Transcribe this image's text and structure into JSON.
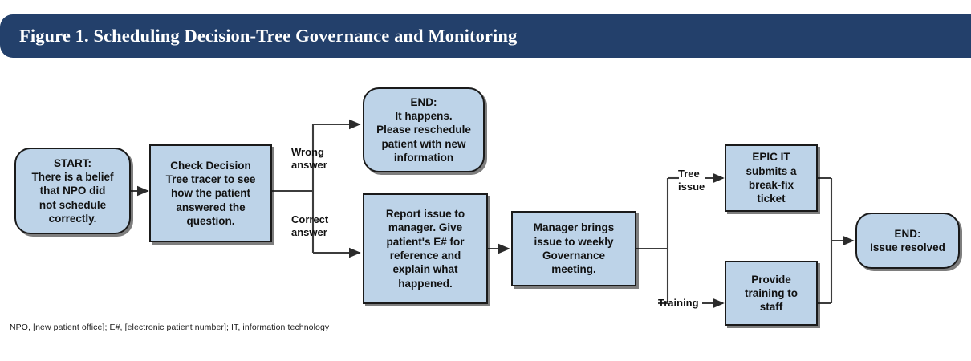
{
  "title": {
    "text": "Figure 1. Scheduling Decision-Tree Governance and Monitoring",
    "banner_color": "#23406b",
    "text_color": "#ffffff"
  },
  "footnote": {
    "text": "NPO, [new patient office]; E#, [electronic patient number]; IT, information technology"
  },
  "style": {
    "node_fill": "#bdd3e8",
    "node_border": "#1a1a1a",
    "connector_color": "#3c3c3c"
  },
  "chart_data": {
    "type": "flowchart",
    "title": "Figure 1. Scheduling Decision-Tree Governance and Monitoring",
    "orientation": "left-to-right",
    "nodes": [
      {
        "id": "start",
        "label": "START:\nThere is a belief\nthat NPO did\nnot schedule\ncorrectly.",
        "shape": "rounded-rectangle"
      },
      {
        "id": "check",
        "label": "Check Decision\nTree tracer to see\nhow the patient\nanswered the\nquestion.",
        "shape": "rectangle"
      },
      {
        "id": "end-wrong",
        "label": "END:\nIt happens.\nPlease reschedule\npatient with new\ninformation",
        "shape": "rounded-rectangle"
      },
      {
        "id": "report",
        "label": "Report issue to\nmanager. Give\npatient's E# for\nreference and\nexplain what\nhappened.",
        "shape": "rectangle"
      },
      {
        "id": "manager",
        "label": "Manager brings\nissue to weekly\nGovernance\nmeeting.",
        "shape": "rectangle"
      },
      {
        "id": "epic",
        "label": "EPIC IT\nsubmits a\nbreak-fix\nticket",
        "shape": "rectangle"
      },
      {
        "id": "training",
        "label": "Provide\ntraining to\nstaff",
        "shape": "rectangle"
      },
      {
        "id": "end-resolved",
        "label": "END:\nIssue resolved",
        "shape": "rounded-rectangle"
      }
    ],
    "edges": [
      {
        "from": "start",
        "to": "check",
        "label": ""
      },
      {
        "from": "check",
        "to": "end-wrong",
        "label": "Wrong\nanswer"
      },
      {
        "from": "check",
        "to": "report",
        "label": "Correct\nanswer"
      },
      {
        "from": "report",
        "to": "manager",
        "label": ""
      },
      {
        "from": "manager",
        "to": "epic",
        "label": "Tree\nissue"
      },
      {
        "from": "manager",
        "to": "training",
        "label": "Training"
      },
      {
        "from": "epic",
        "to": "end-resolved",
        "label": ""
      },
      {
        "from": "training",
        "to": "end-resolved",
        "label": ""
      }
    ],
    "edge_labels": {
      "wrong": "Wrong\nanswer",
      "correct": "Correct\nanswer",
      "tree": "Tree\nissue",
      "training": "Training"
    }
  }
}
